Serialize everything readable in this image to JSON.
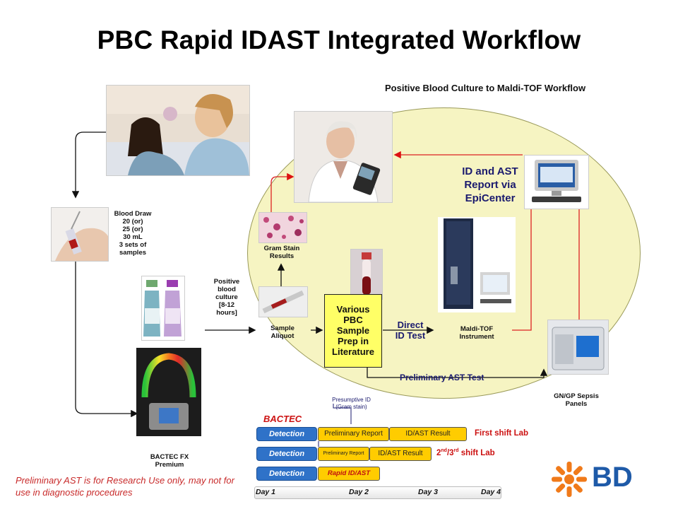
{
  "title": "PBC Rapid IDAST Integrated Workflow",
  "subtitle": "Positive Blood Culture to Maldi-TOF Workflow",
  "blood_draw": {
    "l1": "Blood Draw",
    "l2": "20 (or)",
    "l3": "25 (or)",
    "l4": "30 mL",
    "l5": "3 sets of",
    "l6": "samples"
  },
  "positive_culture": {
    "l1": "Positive",
    "l2": "blood",
    "l3": "culture",
    "l4": "[8-12",
    "l5": "hours]"
  },
  "bactec_fx": {
    "l1": "BACTEC FX",
    "l2": "Premium"
  },
  "gram_stain": {
    "l1": "Gram Stain",
    "l2": "Results"
  },
  "sample_aliquot": {
    "l1": "Sample",
    "l2": "Aliquot"
  },
  "prep_box": {
    "l1": "Various",
    "l2": "PBC",
    "l3": "Sample",
    "l4": "Prep in",
    "l5": "Literature"
  },
  "direct_id": {
    "l1": "Direct",
    "l2": "ID Test"
  },
  "maldi": {
    "l1": "Maldi-TOF",
    "l2": "Instrument"
  },
  "idast_report": {
    "l1": "ID and AST",
    "l2": "Report via",
    "l3": "EpiCenter"
  },
  "prelim_ast_test": "Preliminary AST Test",
  "sepsis": {
    "l1": "GN/GP Sepsis",
    "l2": "Panels"
  },
  "timeline": {
    "bactec_label": "BACTEC",
    "presumptive": {
      "l1": "Presumptive ID",
      "l2": "(Gram stain)"
    },
    "rows": [
      {
        "detection": "Detection",
        "prelim": "Preliminary Report",
        "result": "ID/AST Result",
        "shift": "First shift Lab"
      },
      {
        "detection": "Detection",
        "prelim": "Preliminary Report",
        "result": "ID/AST Result",
        "shift_base": "2",
        "shift_sup1": "nd",
        "shift_mid": "/3",
        "shift_sup2": "rd",
        "shift_tail": " shift Lab"
      },
      {
        "detection": "Detection",
        "rapid": "Rapid ID/AST"
      }
    ],
    "days": [
      "Day 1",
      "Day 2",
      "Day 3",
      "Day 4"
    ]
  },
  "disclaimer": "Preliminary AST is for Research Use only, may not for use in diagnostic procedures",
  "logo": {
    "text": "BD"
  },
  "colors": {
    "accent_red": "#cc1111",
    "blue_box": "#2f72c8",
    "yellow_box": "#ffcc00",
    "ellipse": "#f6f4c2"
  }
}
